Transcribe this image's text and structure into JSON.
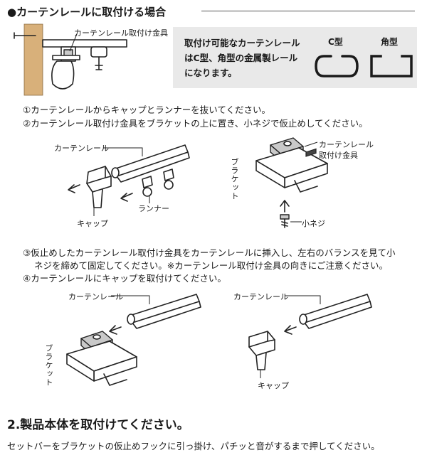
{
  "section1": {
    "title": "●カーテンレールに取付ける場合",
    "callout_fitting": "カーテンレール取付け金具",
    "note": {
      "line1": "取付け可能なカーテンレール",
      "line2": "はC型、角型の金属製レール",
      "line3": "になります。",
      "c_type_label": "C型",
      "square_type_label": "角型"
    },
    "steps": {
      "s1": "①カーテンレールからキャップとランナーを抜いてください。",
      "s2": "②カーテンレール取付け金具をブラケットの上に置き、小ネジで仮止めしてください。",
      "s3_line1": "③仮止めしたカーテンレール取付け金具をカーテンレールに挿入し、左右のバランスを見て小",
      "s3_line2": "ネジを締めて固定してください。※カーテンレール取付け金具の向きにご注意ください。",
      "s4": "④カーテンレールにキャップを取付けてください。"
    },
    "fig2": {
      "rail": "カーテンレール",
      "runner": "ランナー",
      "cap": "キャップ",
      "fitting_line1": "カーテンレール",
      "fitting_line2": "取付け金具",
      "bracket": "ブラケット",
      "screw": "小ネジ"
    },
    "fig3": {
      "rail_left": "カーテンレール",
      "bracket": "ブラケット",
      "rail_right": "カーテンレール",
      "cap": "キャップ"
    }
  },
  "section2": {
    "title": "2.製品本体を取付けてください。",
    "instruction": "セットバーをブラケットの仮止めフックに引っ掛け、パチッと音がするまで押してください。"
  },
  "colors": {
    "note_background": "#e9e9e9",
    "wall_wood": "#d8b07a",
    "text": "#1a1a1a"
  }
}
